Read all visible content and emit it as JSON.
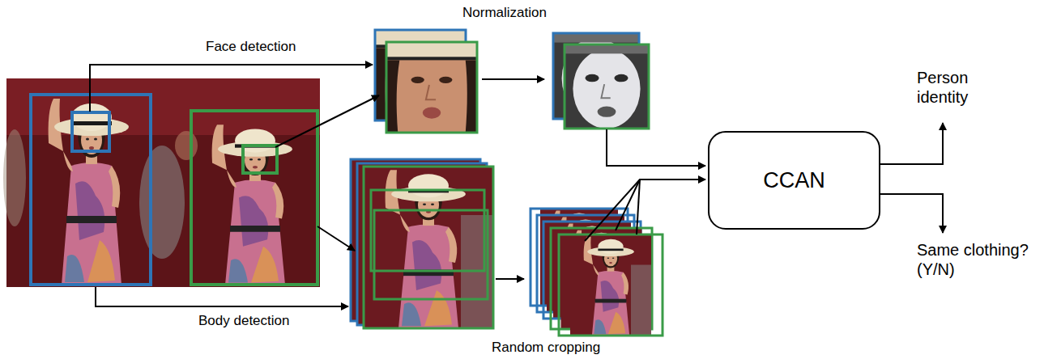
{
  "diagram": {
    "nodes": [
      {
        "text": [
          "CCAN"
        ]
      }
    ],
    "labels": [
      "Normalization",
      "Face detection",
      "Person identity",
      "Same clothing?(Y/N)",
      "Body detection",
      "Random cropping"
    ]
  }
}
